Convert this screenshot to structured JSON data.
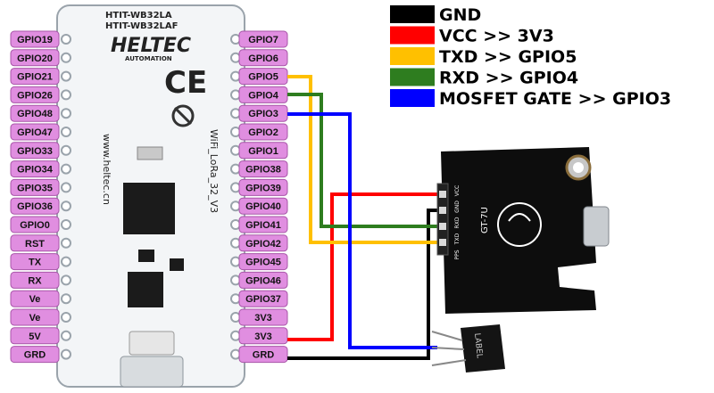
{
  "board": {
    "brand": "HELTEC",
    "brand_sub": "AUTOMATION",
    "model_top": "HTIT-WB32LA",
    "model_bottom": "HTIT-WB32LAF",
    "website": "www.heltec.cn",
    "product": "WiFi_LoRa_32_V3",
    "ce_mark": "CE"
  },
  "left_pins": [
    "GPIO19",
    "GPIO20",
    "GPIO21",
    "GPIO26",
    "GPIO48",
    "GPIO47",
    "GPIO33",
    "GPIO34",
    "GPIO35",
    "GPIO36",
    "GPIO0",
    "RST",
    "TX",
    "RX",
    "Ve",
    "Ve",
    "5V",
    "GRD"
  ],
  "right_pins": [
    "GPIO7",
    "GPIO6",
    "GPIO5",
    "GPIO4",
    "GPIO3",
    "GPIO2",
    "GPIO1",
    "GPIO38",
    "GPIO39",
    "GPIO40",
    "GPIO41",
    "GPIO42",
    "GPIO45",
    "GPIO46",
    "GPIO37",
    "3V3",
    "3V3",
    "GRD"
  ],
  "module": {
    "pin_labels": [
      "VCC",
      "GND",
      "RXD",
      "TXD",
      "PPS"
    ],
    "chip_text": "GT-7U"
  },
  "transistor": {
    "label": "LABEL"
  },
  "legend": [
    {
      "label": "GND",
      "color": "#000000"
    },
    {
      "label": "VCC >> 3V3",
      "color": "#ff0000"
    },
    {
      "label": "TXD >> GPIO5",
      "color": "#ffc000"
    },
    {
      "label": "RXD >> GPIO4",
      "color": "#2e7d1f"
    },
    {
      "label": "MOSFET GATE >> GPIO3",
      "color": "#0000ff"
    }
  ],
  "colors": {
    "pin_fill": "#e08ee0",
    "board": "#f4f6f8",
    "module": "#0d0d0d"
  }
}
